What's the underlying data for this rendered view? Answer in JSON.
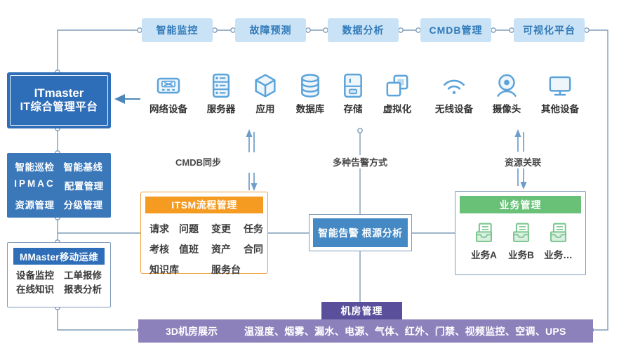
{
  "colors": {
    "primary_blue": "#2e6db7",
    "mid_blue": "#4489c4",
    "light_blue_box": "#c9e2f5",
    "light_blue_text": "#3079b8",
    "orange": "#f59b22",
    "green": "#69c178",
    "purple_bar": "#8d81bb",
    "purple_tab": "#5a4f9b",
    "line_color": "#7f9cba",
    "icon_blue": "#5ba3d9"
  },
  "header_modules": {
    "items": [
      {
        "label": "智能监控"
      },
      {
        "label": "故障预测"
      },
      {
        "label": "数据分析"
      },
      {
        "label": "CMDB管理"
      },
      {
        "label": "可视化平台"
      }
    ]
  },
  "platform_box": {
    "title": "ITmaster",
    "subtitle": "IT综合管理平台"
  },
  "capability_box": {
    "rows": [
      [
        "智能巡检",
        "智能基线"
      ],
      [
        "IPMAC",
        "配置管理"
      ],
      [
        "资源管理",
        "分级管理"
      ]
    ]
  },
  "mmaster_box": {
    "title": "MMaster移动运维",
    "rows": [
      [
        "设备监控",
        "工单报修"
      ],
      [
        "在线知识",
        "报表分析"
      ]
    ]
  },
  "devices": {
    "items": [
      {
        "label": "网络设备",
        "icon": "network-switch-icon"
      },
      {
        "label": "服务器",
        "icon": "server-icon"
      },
      {
        "label": "应用",
        "icon": "app-cube-icon"
      },
      {
        "label": "数据库",
        "icon": "database-icon"
      },
      {
        "label": "存储",
        "icon": "storage-icon"
      },
      {
        "label": "虚拟化",
        "icon": "virtualization-icon"
      },
      {
        "label": "无线设备",
        "icon": "wifi-icon"
      },
      {
        "label": "摄像头",
        "icon": "camera-icon"
      },
      {
        "label": "其他设备",
        "icon": "monitor-icon"
      }
    ]
  },
  "connectors": {
    "cmdb_sync": "CMDB同步",
    "alarm_methods": "多种告警方式",
    "resource_relation": "资源关联"
  },
  "itsm_box": {
    "title": "ITSM流程管理",
    "row1": [
      "请求",
      "问题",
      "变更",
      "任务"
    ],
    "row2": [
      "考核",
      "值班",
      "资产",
      "合同"
    ],
    "row3": [
      "知识库",
      "服务台"
    ]
  },
  "alert_box": {
    "label": "智能告警 根源分析"
  },
  "business_box": {
    "title": "业务管理",
    "items": [
      "业务A",
      "业务B",
      "业务…"
    ]
  },
  "datacenter": {
    "tab_label": "机房管理",
    "display_label": "3D机房展示",
    "sensor_list": "温湿度、烟雾、漏水、电源、气体、红外、门禁、视频监控、空调、UPS"
  }
}
